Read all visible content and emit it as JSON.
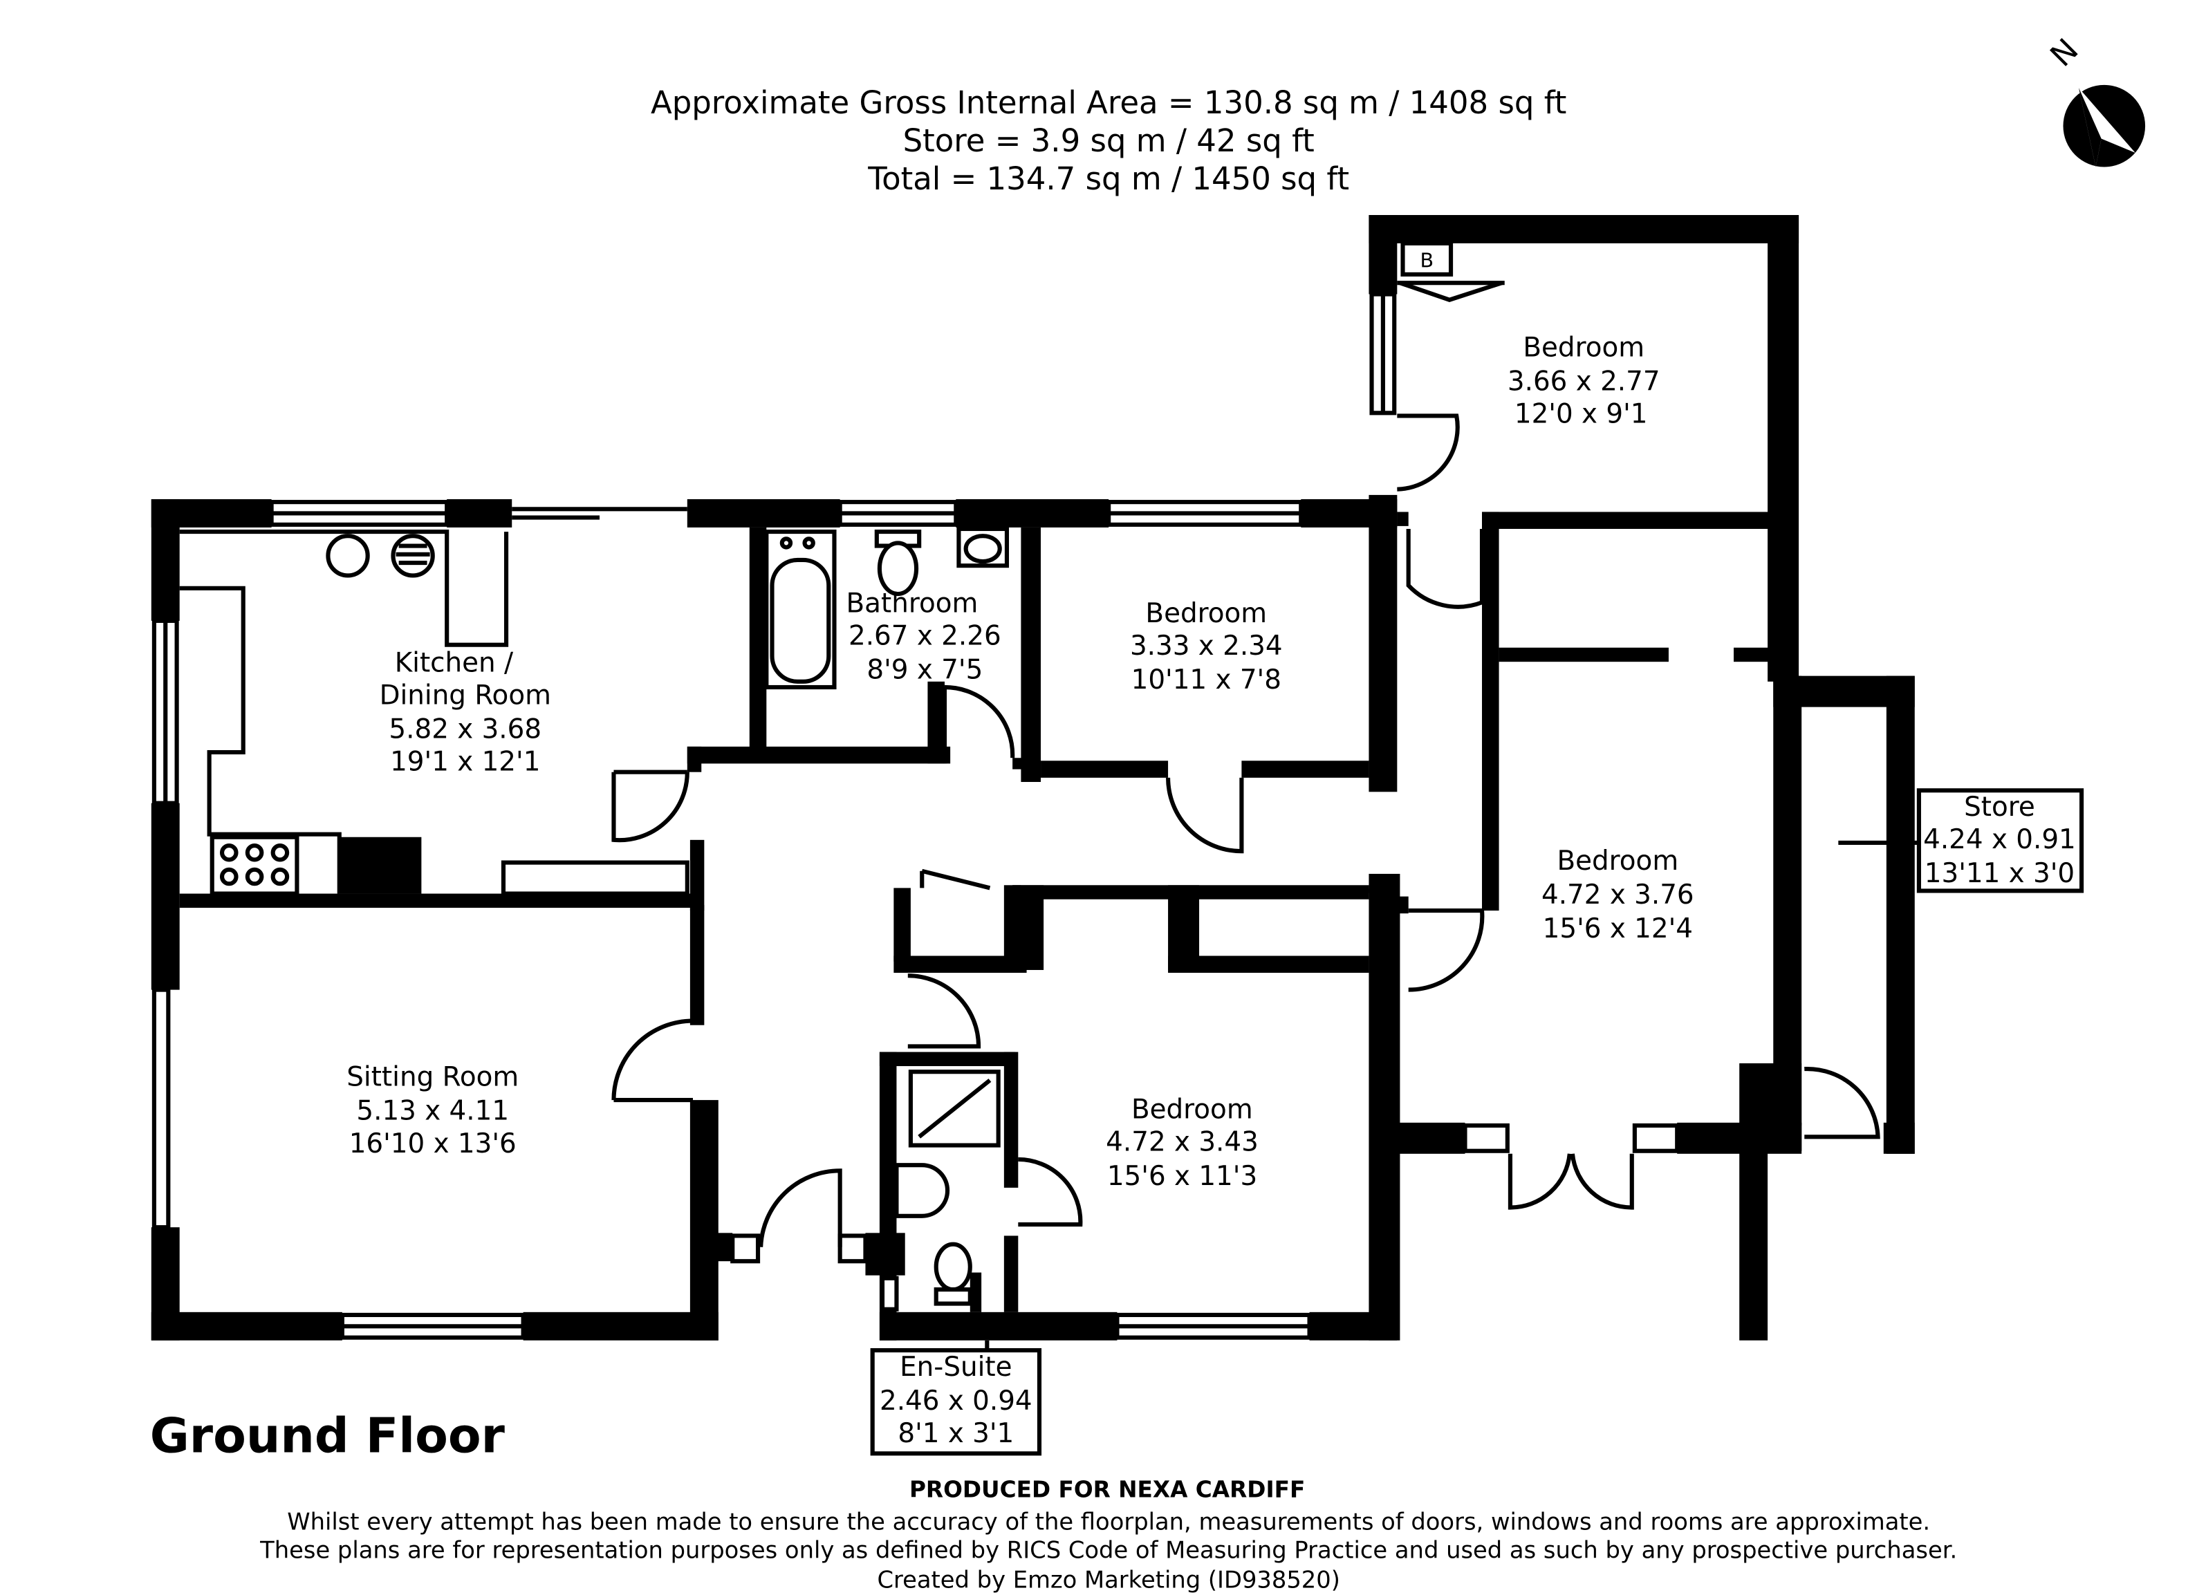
{
  "header": {
    "line1": "Approximate Gross Internal Area = 130.8 sq m / 1408 sq ft",
    "line2": "Store = 3.9 sq m / 42 sq ft",
    "line3": "Total = 134.7 sq m / 1450 sq ft"
  },
  "compass": {
    "label": "N"
  },
  "rooms": {
    "kitchen": {
      "name1": "Kitchen /",
      "name2": "Dining Room",
      "metric": "5.82 x 3.68",
      "imperial": "19'1 x 12'1"
    },
    "bathroom": {
      "name": "Bathroom",
      "metric": "2.67 x 2.26",
      "imperial": "8'9 x 7'5"
    },
    "bedroom_mid": {
      "name": "Bedroom",
      "metric": "3.33 x 2.34",
      "imperial": "10'11 x 7'8"
    },
    "bedroom_top": {
      "name": "Bedroom",
      "metric": "3.66 x 2.77",
      "imperial": "12'0 x 9'1"
    },
    "bedroom_right": {
      "name": "Bedroom",
      "metric": "4.72 x 3.76",
      "imperial": "15'6 x 12'4"
    },
    "bedroom_bottom": {
      "name": "Bedroom",
      "metric": "4.72 x 3.43",
      "imperial": "15'6 x 11'3"
    },
    "sitting": {
      "name": "Sitting Room",
      "metric": "5.13 x 4.11",
      "imperial": "16'10 x 13'6"
    },
    "store": {
      "name": "Store",
      "metric": "4.24 x 0.91",
      "imperial": "13'11 x 3'0"
    },
    "ensuite": {
      "name": "En-Suite",
      "metric": "2.46 x 0.94",
      "imperial": "8'1 x 3'1"
    },
    "boiler": {
      "label": "B"
    }
  },
  "floor_label": "Ground Floor",
  "footer": {
    "produced": "PRODUCED FOR NEXA CARDIFF",
    "line1": "Whilst every attempt has been made to ensure the accuracy of the floorplan, measurements of doors, windows and rooms are approximate.",
    "line2": "These plans are for representation purposes only as defined by RICS Code of Measuring Practice and used as such by any prospective purchaser.",
    "line3": "Created by Emzo Marketing (ID938520)"
  }
}
